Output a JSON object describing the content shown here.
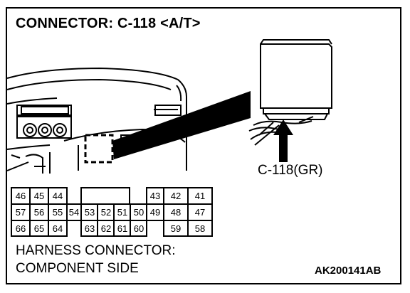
{
  "title": "CONNECTOR: C-118 <A/T>",
  "connector_callout": "C-118(GR)",
  "caption_line1": "HARNESS CONNECTOR:",
  "caption_line2": "COMPONENT SIDE",
  "figure_code": "AK200141AB",
  "pins": {
    "p46": "46",
    "p45": "45",
    "p44": "44",
    "p43": "43",
    "p42": "42",
    "p41": "41",
    "p57": "57",
    "p56": "56",
    "p55": "55",
    "p54": "54",
    "p53": "53",
    "p52": "52",
    "p51": "51",
    "p50": "50",
    "p49": "49",
    "p48": "48",
    "p47": "47",
    "p66": "66",
    "p65": "65",
    "p64": "64",
    "p63": "63",
    "p62": "62",
    "p61": "61",
    "p60": "60",
    "p59": "59",
    "p58": "58"
  }
}
